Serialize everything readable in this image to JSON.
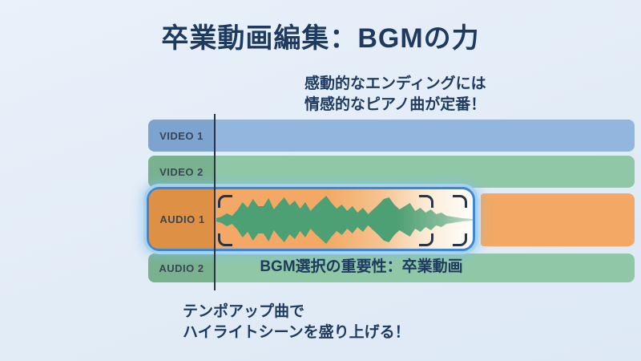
{
  "slide": {
    "title": "卒業動画編集：BGMの力",
    "annotation_top": {
      "line1": "感動的なエンディングには",
      "line2": "情感的なピアノ曲が定番！"
    },
    "annotation_bottom": {
      "line1": "テンポアップ曲で",
      "line2": "ハイライトシーンを盛り上げる！"
    },
    "caption": "BGM選択の重要性：卒業動画",
    "tracks": [
      {
        "label": "VIDEO 1",
        "body_color": "#92b6de",
        "label_color": "#7da3cf",
        "highlighted": false
      },
      {
        "label": "VIDEO 2",
        "body_color": "#90c8a7",
        "label_color": "#79b28f",
        "highlighted": false
      },
      {
        "label": "AUDIO 1",
        "body_color": "#f3a965",
        "label_color": "#de9045",
        "highlighted": true
      },
      {
        "label": "AUDIO 2",
        "body_color": "#90c8a7",
        "label_color": "#79b28f",
        "highlighted": false
      }
    ],
    "colors": {
      "background": "#e2ecf7",
      "text": "#1e3a5f",
      "highlight_border": "#3d87d8",
      "highlight_glow": "#a8d3f2",
      "playhead": "#2c3240",
      "waveform_green": "#4d9f74",
      "bracket": "#2b3445"
    },
    "waveform": {
      "amplitudes": [
        2,
        4,
        8,
        5,
        12,
        22,
        15,
        26,
        17,
        17,
        27,
        13,
        21,
        28,
        18,
        24,
        14,
        22,
        11,
        18,
        24,
        30,
        21,
        14,
        19,
        11,
        17,
        9,
        15,
        7,
        13,
        19,
        26,
        28,
        19,
        13,
        17,
        21,
        11,
        15,
        9,
        13,
        7,
        9,
        5,
        4,
        3,
        2,
        1.5,
        1
      ]
    }
  }
}
